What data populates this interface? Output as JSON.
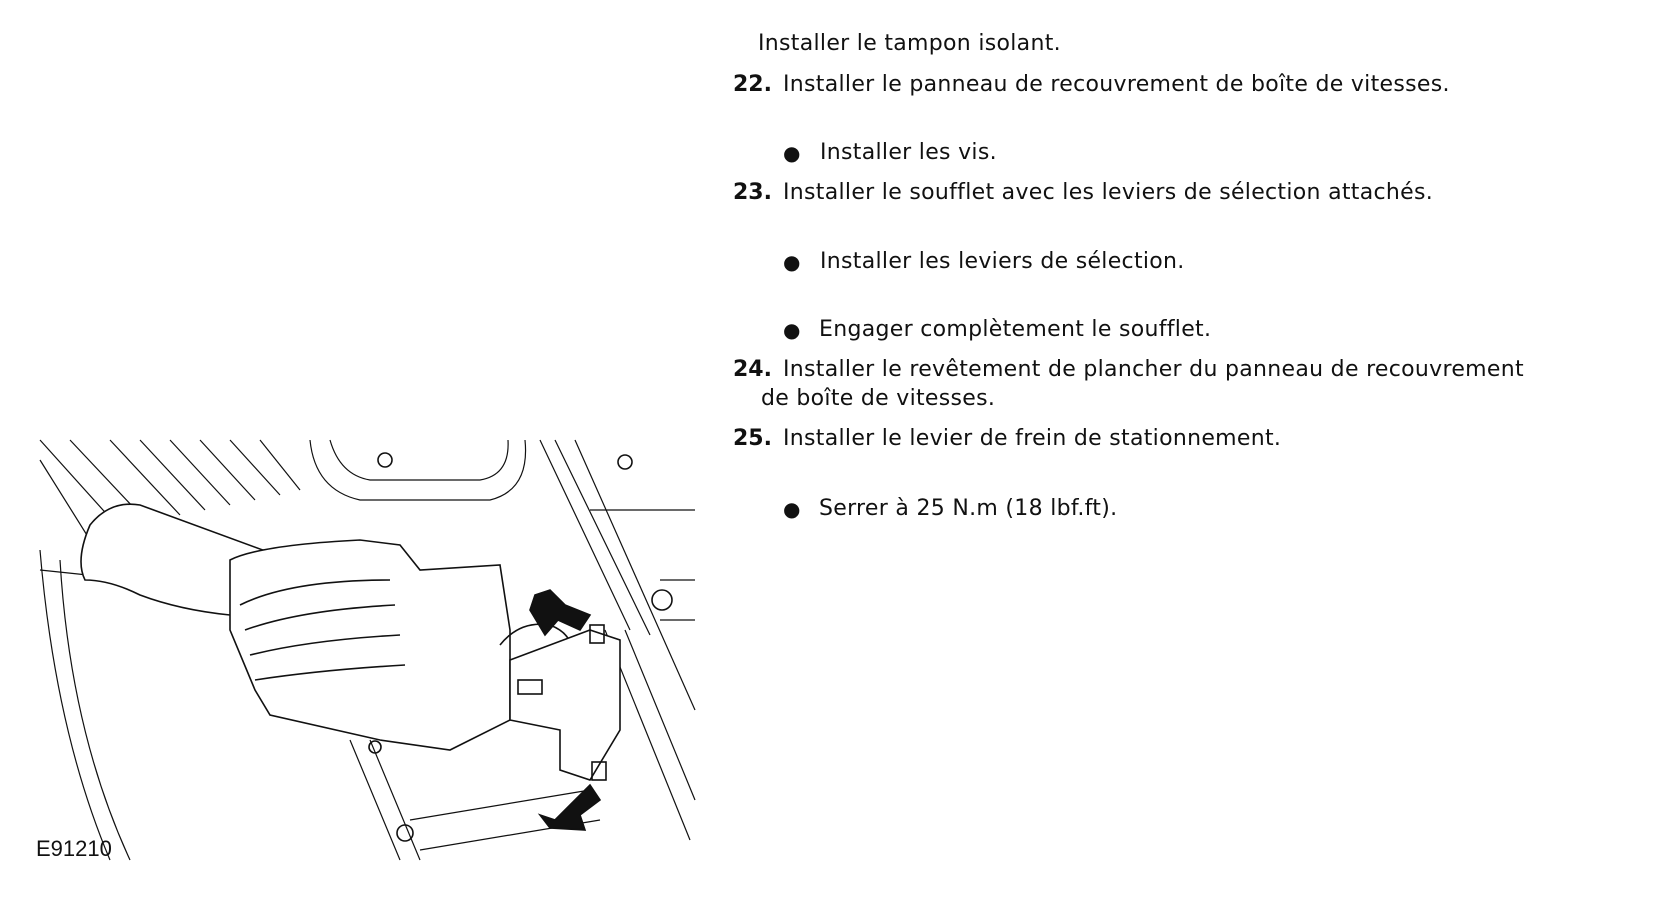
{
  "intro": "Installer le tampon isolant.",
  "steps": [
    {
      "number": "22.",
      "text": "Installer le panneau de recouvrement de boîte de vitesses.",
      "bullets": [
        "Installer les vis."
      ]
    },
    {
      "number": "23.",
      "text": "Installer le soufflet avec les leviers de sélection attachés.",
      "bullets": [
        "Installer les leviers de sélection.",
        "Engager complètement le soufflet."
      ]
    },
    {
      "number": "24.",
      "text": "Installer le revêtement de plancher du panneau de recouvrement",
      "text_cont": "de boîte de vitesses.",
      "bullets": []
    },
    {
      "number": "25.",
      "text": "Installer le levier de frein de stationnement.",
      "bullets": [
        "Serrer à 25 N.m (18 lbf.ft)."
      ]
    }
  ],
  "bullet_symbol": "●",
  "figure": {
    "label": "E91210"
  }
}
